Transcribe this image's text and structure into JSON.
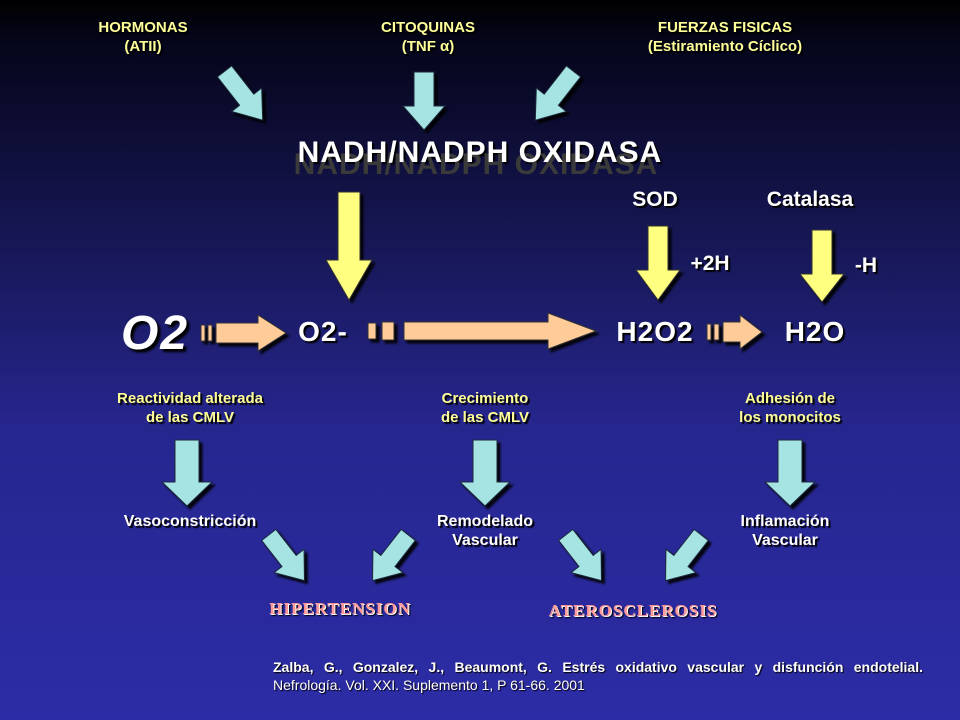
{
  "sources": [
    {
      "line1": "HORMONAS",
      "line2": "(ATII)"
    },
    {
      "line1": "CITOQUINAS",
      "line2": "(TNF α)"
    },
    {
      "line1": "FUERZAS FISICAS",
      "line2": "(Estiramiento Cíclico)"
    }
  ],
  "enzyme_complex": "NADH/NADPH OXIDASA",
  "enzymes": {
    "sod": "SOD",
    "catalase": "Catalasa"
  },
  "steps": {
    "plus_2h": "+2H",
    "minus_h": "-H"
  },
  "species": {
    "o2": "O2",
    "superoxide": "O2-",
    "h2o2": "H2O2",
    "h2o": "H2O"
  },
  "effects": [
    {
      "line1": "Reactividad alterada",
      "line2": "de las CMLV"
    },
    {
      "line1": "Crecimiento",
      "line2": "de las CMLV"
    },
    {
      "line1": "Adhesión de",
      "line2": "los monocitos"
    }
  ],
  "outcomes": [
    {
      "line1": "Vasoconstricción",
      "line2": ""
    },
    {
      "line1": "Remodelado",
      "line2": "Vascular"
    },
    {
      "line1": "Inflamación",
      "line2": "Vascular"
    }
  ],
  "diseases": {
    "hypertension": "HIPERTENSION",
    "atherosclerosis": "ATEROSCLEROSIS"
  },
  "citation": {
    "authors": "Zalba, G., Gonzalez, J., Beaumont, G.",
    "title": "Estrés oxidativo vascular y disfunción endotelial.",
    "source": "Nefrología. Vol. XXI. Suplemento 1, P 61-66. 2001"
  },
  "colors": {
    "cyan_arrow": "#a6e3e3",
    "yellow_arrow": "#ffff80",
    "peach_arrow": "#ffcc99",
    "disease_text": "#ff9a9a"
  }
}
